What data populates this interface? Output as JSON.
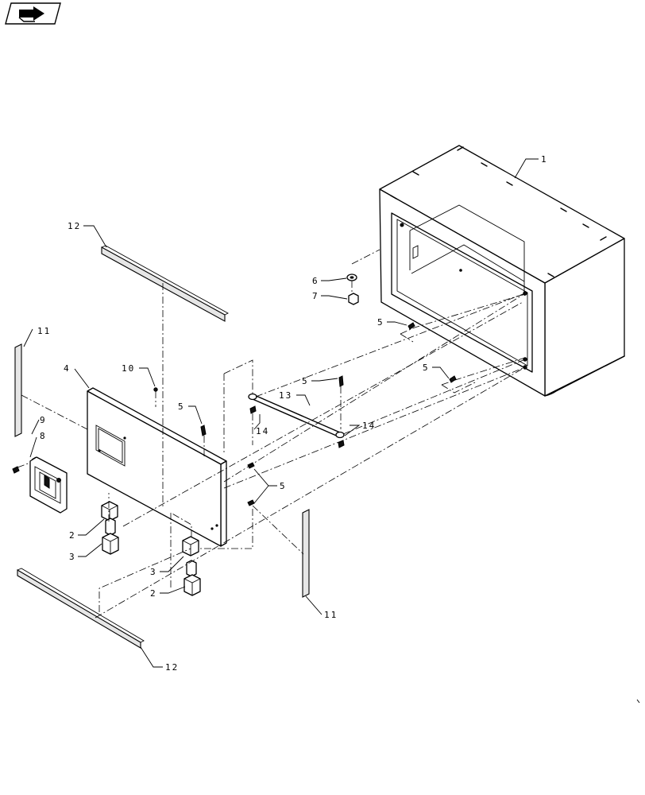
{
  "nav_icon": {
    "name": "next-page-arrow-icon"
  },
  "callouts": [
    {
      "id": "c1",
      "text": "1"
    },
    {
      "id": "c2a",
      "text": "2"
    },
    {
      "id": "c2b",
      "text": "2"
    },
    {
      "id": "c3a",
      "text": "3"
    },
    {
      "id": "c3b",
      "text": "3"
    },
    {
      "id": "c4",
      "text": "4"
    },
    {
      "id": "c5a",
      "text": "5"
    },
    {
      "id": "c5b",
      "text": "5"
    },
    {
      "id": "c5c",
      "text": "5"
    },
    {
      "id": "c5d",
      "text": "5"
    },
    {
      "id": "c5e",
      "text": "5"
    },
    {
      "id": "c6",
      "text": "6"
    },
    {
      "id": "c7",
      "text": "7"
    },
    {
      "id": "c8",
      "text": "8"
    },
    {
      "id": "c9",
      "text": "9"
    },
    {
      "id": "c10",
      "text": "10"
    },
    {
      "id": "c11a",
      "text": "11"
    },
    {
      "id": "c11b",
      "text": "11"
    },
    {
      "id": "c12a",
      "text": "12"
    },
    {
      "id": "c12b",
      "text": "12"
    },
    {
      "id": "c13",
      "text": "13"
    },
    {
      "id": "c14a",
      "text": "14"
    },
    {
      "id": "c14b",
      "text": "14"
    }
  ]
}
